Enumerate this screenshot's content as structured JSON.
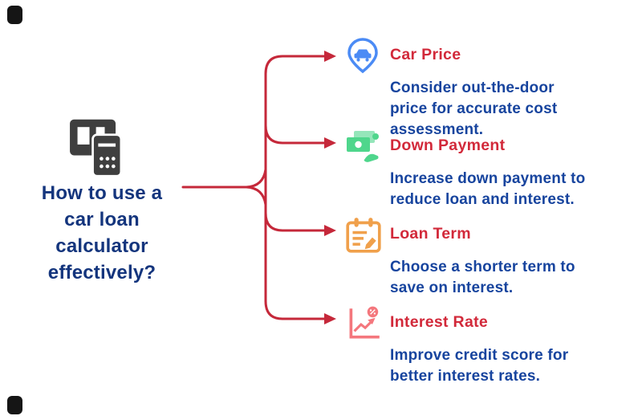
{
  "central_topic": {
    "title": "How to use a\ncar loan\ncalculator\neffectively?",
    "icon": "calculator-documents-icon",
    "title_color": "#14357d",
    "icon_color": "#3f3f3f"
  },
  "branches": [
    {
      "label": "Car Price",
      "description": "Consider out-the-door\nprice for accurate cost\nassessment.",
      "icon": "car-location-pin-icon",
      "icon_color": "#4b8bf5"
    },
    {
      "label": "Down Payment",
      "description": "Increase down payment to\nreduce loan and interest.",
      "icon": "cash-payment-icon",
      "icon_color": "#4fd68c"
    },
    {
      "label": "Loan Term",
      "description": "Choose a shorter term to\nsave on interest.",
      "icon": "calendar-icon",
      "icon_color": "#f0a04b"
    },
    {
      "label": "Interest Rate",
      "description": "Improve credit score for\nbetter interest rates.",
      "icon": "rate-chart-icon",
      "icon_color": "#f4777d"
    }
  ],
  "colors": {
    "branch_label": "#d2293a",
    "description": "#17449e",
    "connector_line": "#c5283a",
    "background": "#ffffff"
  }
}
